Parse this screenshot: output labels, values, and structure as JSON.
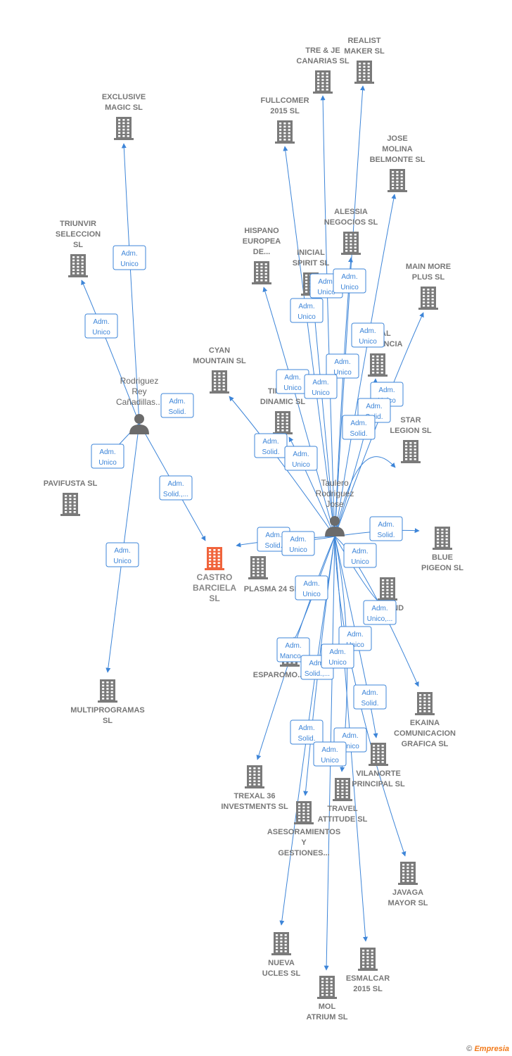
{
  "colors": {
    "edge": "#3d85d8",
    "company": "#7a7a7a",
    "focus": "#f0643c",
    "person": "#6b6b6b"
  },
  "persons": [
    {
      "id": "rodriguez",
      "label": [
        "Rodriguez",
        "Rey",
        "Cañadillas..."
      ]
    },
    {
      "id": "taulero",
      "label": [
        "Taulero",
        "Rodriguez",
        "Jose"
      ]
    }
  ],
  "companies": [
    {
      "id": "castro",
      "label": [
        "CASTRO",
        "BARCIELA",
        "SL"
      ],
      "focus": true
    },
    {
      "id": "exclusive",
      "label": [
        "EXCLUSIVE",
        "MAGIC  SL"
      ]
    },
    {
      "id": "triunvir",
      "label": [
        "TRIUNVIR",
        "SELECCION",
        "SL"
      ]
    },
    {
      "id": "pavifusta",
      "label": [
        "PAVIFUSTA SL"
      ]
    },
    {
      "id": "multiprogramas",
      "label": [
        "MULTIPROGRAMAS",
        "SL"
      ]
    },
    {
      "id": "tre",
      "label": [
        "TRE & JE",
        "CANARIAS  SL"
      ]
    },
    {
      "id": "realist",
      "label": [
        "REALIST",
        "MAKER  SL"
      ]
    },
    {
      "id": "fullcomer",
      "label": [
        "FULLCOMER",
        "2015  SL"
      ]
    },
    {
      "id": "jose",
      "label": [
        "JOSE",
        "MOLINA",
        "BELMONTE  SL"
      ]
    },
    {
      "id": "alessia",
      "label": [
        "ALESSIA",
        "NEGOCIOS  SL"
      ]
    },
    {
      "id": "hispano",
      "label": [
        "HISPANO",
        "EUROPEA",
        "DE..."
      ]
    },
    {
      "id": "inicial",
      "label": [
        "INICIAL",
        "SPIRIT  SL"
      ]
    },
    {
      "id": "mainmore",
      "label": [
        "MAIN MORE",
        "PLUS  SL"
      ]
    },
    {
      "id": "royal",
      "label": [
        "ROYAL",
        "EXCELENCIA"
      ]
    },
    {
      "id": "cyan",
      "label": [
        "CYAN",
        "MOUNTAIN  SL"
      ]
    },
    {
      "id": "timber",
      "label": [
        "TIMBER",
        "DINAMIC  SL"
      ]
    },
    {
      "id": "star",
      "label": [
        "STAR",
        "LEGION  SL"
      ]
    },
    {
      "id": "blue",
      "label": [
        "BLUE",
        "PIGEON  SL"
      ]
    },
    {
      "id": "plasma",
      "label": [
        "PLASMA 24 SL"
      ]
    },
    {
      "id": "vland",
      "label": [
        "V...LAND",
        "SL"
      ]
    },
    {
      "id": "esparomo",
      "label": [
        "ESPAROMO..."
      ]
    },
    {
      "id": "ekaina",
      "label": [
        "EKAINA",
        "COMUNICACION",
        "GRAFICA  SL"
      ]
    },
    {
      "id": "vilanorte",
      "label": [
        "VILANORTE",
        "PRINCIPAL  SL"
      ]
    },
    {
      "id": "trexal",
      "label": [
        "TREXAL 36",
        "INVESTMENTS SL"
      ]
    },
    {
      "id": "travel",
      "label": [
        "TRAVEL",
        "ATTITUDE  SL"
      ]
    },
    {
      "id": "asesoramientos",
      "label": [
        "ASESORAMIENTOS",
        "Y",
        "GESTIONES..."
      ]
    },
    {
      "id": "javaga",
      "label": [
        "JAVAGA",
        "MAYOR  SL"
      ]
    },
    {
      "id": "nueva",
      "label": [
        "NUEVA",
        "UCLES  SL"
      ]
    },
    {
      "id": "esmalcar",
      "label": [
        "ESMALCAR",
        "2015  SL"
      ]
    },
    {
      "id": "mol",
      "label": [
        "MOL",
        "ATRIUM  SL"
      ]
    }
  ],
  "edges": [
    {
      "from": "rodriguez",
      "to": "exclusive",
      "role": [
        "Adm.",
        "Unico"
      ]
    },
    {
      "from": "rodriguez",
      "to": "triunvir",
      "role": [
        "Adm.",
        "Unico"
      ]
    },
    {
      "from": "rodriguez",
      "to": "pavifusta",
      "role": [
        "Adm.",
        "Unico"
      ]
    },
    {
      "from": "rodriguez",
      "to": "multiprogramas",
      "role": [
        "Adm.",
        "Unico"
      ]
    },
    {
      "from": "rodriguez",
      "to": "castro",
      "role": [
        "Adm.",
        "Solid.,..."
      ]
    },
    {
      "from": "rodriguez",
      "to": "rodriguez",
      "role": [
        "Adm.",
        "Solid."
      ]
    },
    {
      "from": "taulero",
      "to": "tre",
      "role": [
        "Adm.",
        "Unico"
      ]
    },
    {
      "from": "taulero",
      "to": "realist",
      "role": [
        "Adm.",
        "Unico"
      ]
    },
    {
      "from": "taulero",
      "to": "fullcomer",
      "role": [
        "Adm.",
        "Unico"
      ]
    },
    {
      "from": "taulero",
      "to": "jose",
      "role": [
        "Adm.",
        "Unico"
      ]
    },
    {
      "from": "taulero",
      "to": "alessia",
      "role": [
        "Adm.",
        "Unico"
      ]
    },
    {
      "from": "taulero",
      "to": "hispano",
      "role": [
        "Adm.",
        "Unico"
      ]
    },
    {
      "from": "taulero",
      "to": "inicial",
      "role": [
        "Adm.",
        "Unico"
      ]
    },
    {
      "from": "taulero",
      "to": "mainmore",
      "role": [
        "Adm.",
        "Unico"
      ]
    },
    {
      "from": "taulero",
      "to": "royal",
      "role": [
        "Adm.",
        "Solid."
      ]
    },
    {
      "from": "taulero",
      "to": "cyan",
      "role": [
        "Adm.",
        "Solid."
      ]
    },
    {
      "from": "taulero",
      "to": "timber",
      "role": [
        "Adm.",
        "Unico"
      ]
    },
    {
      "from": "taulero",
      "to": "star",
      "role": [
        "Adm.",
        "Solid."
      ]
    },
    {
      "from": "taulero",
      "to": "blue",
      "role": [
        "Adm.",
        "Solid."
      ]
    },
    {
      "from": "taulero",
      "to": "castro",
      "role": [
        "Adm.",
        "Solid."
      ]
    },
    {
      "from": "taulero",
      "to": "plasma",
      "role": [
        "Adm.",
        "Unico"
      ]
    },
    {
      "from": "taulero",
      "to": "vland",
      "role": [
        "Adm.",
        "Unico,..."
      ]
    },
    {
      "from": "taulero",
      "to": "esparomo",
      "role": [
        "Adm.",
        "Manco..."
      ]
    },
    {
      "from": "taulero",
      "to": "ekaina",
      "role": [
        "Adm.",
        "Unico"
      ]
    },
    {
      "from": "taulero",
      "to": "vilanorte",
      "role": [
        "Adm.",
        "Solid."
      ]
    },
    {
      "from": "taulero",
      "to": "trexal",
      "role": [
        "Adm.",
        "Unico"
      ]
    },
    {
      "from": "taulero",
      "to": "travel",
      "role": [
        "Adm.",
        "Unico"
      ]
    },
    {
      "from": "taulero",
      "to": "asesoramientos",
      "role": [
        "Adm.",
        "Solid.,..."
      ]
    },
    {
      "from": "taulero",
      "to": "javaga",
      "role": [
        "Adm.",
        "Unico"
      ]
    },
    {
      "from": "taulero",
      "to": "nueva",
      "role": [
        "Adm.",
        "Solid."
      ]
    },
    {
      "from": "taulero",
      "to": "esmalcar",
      "role": [
        "Adm.",
        "Unico"
      ]
    },
    {
      "from": "taulero",
      "to": "mol",
      "role": [
        "Adm.",
        "Unico"
      ]
    }
  ],
  "credit": {
    "symbol": "©",
    "brand": "Empresia"
  }
}
